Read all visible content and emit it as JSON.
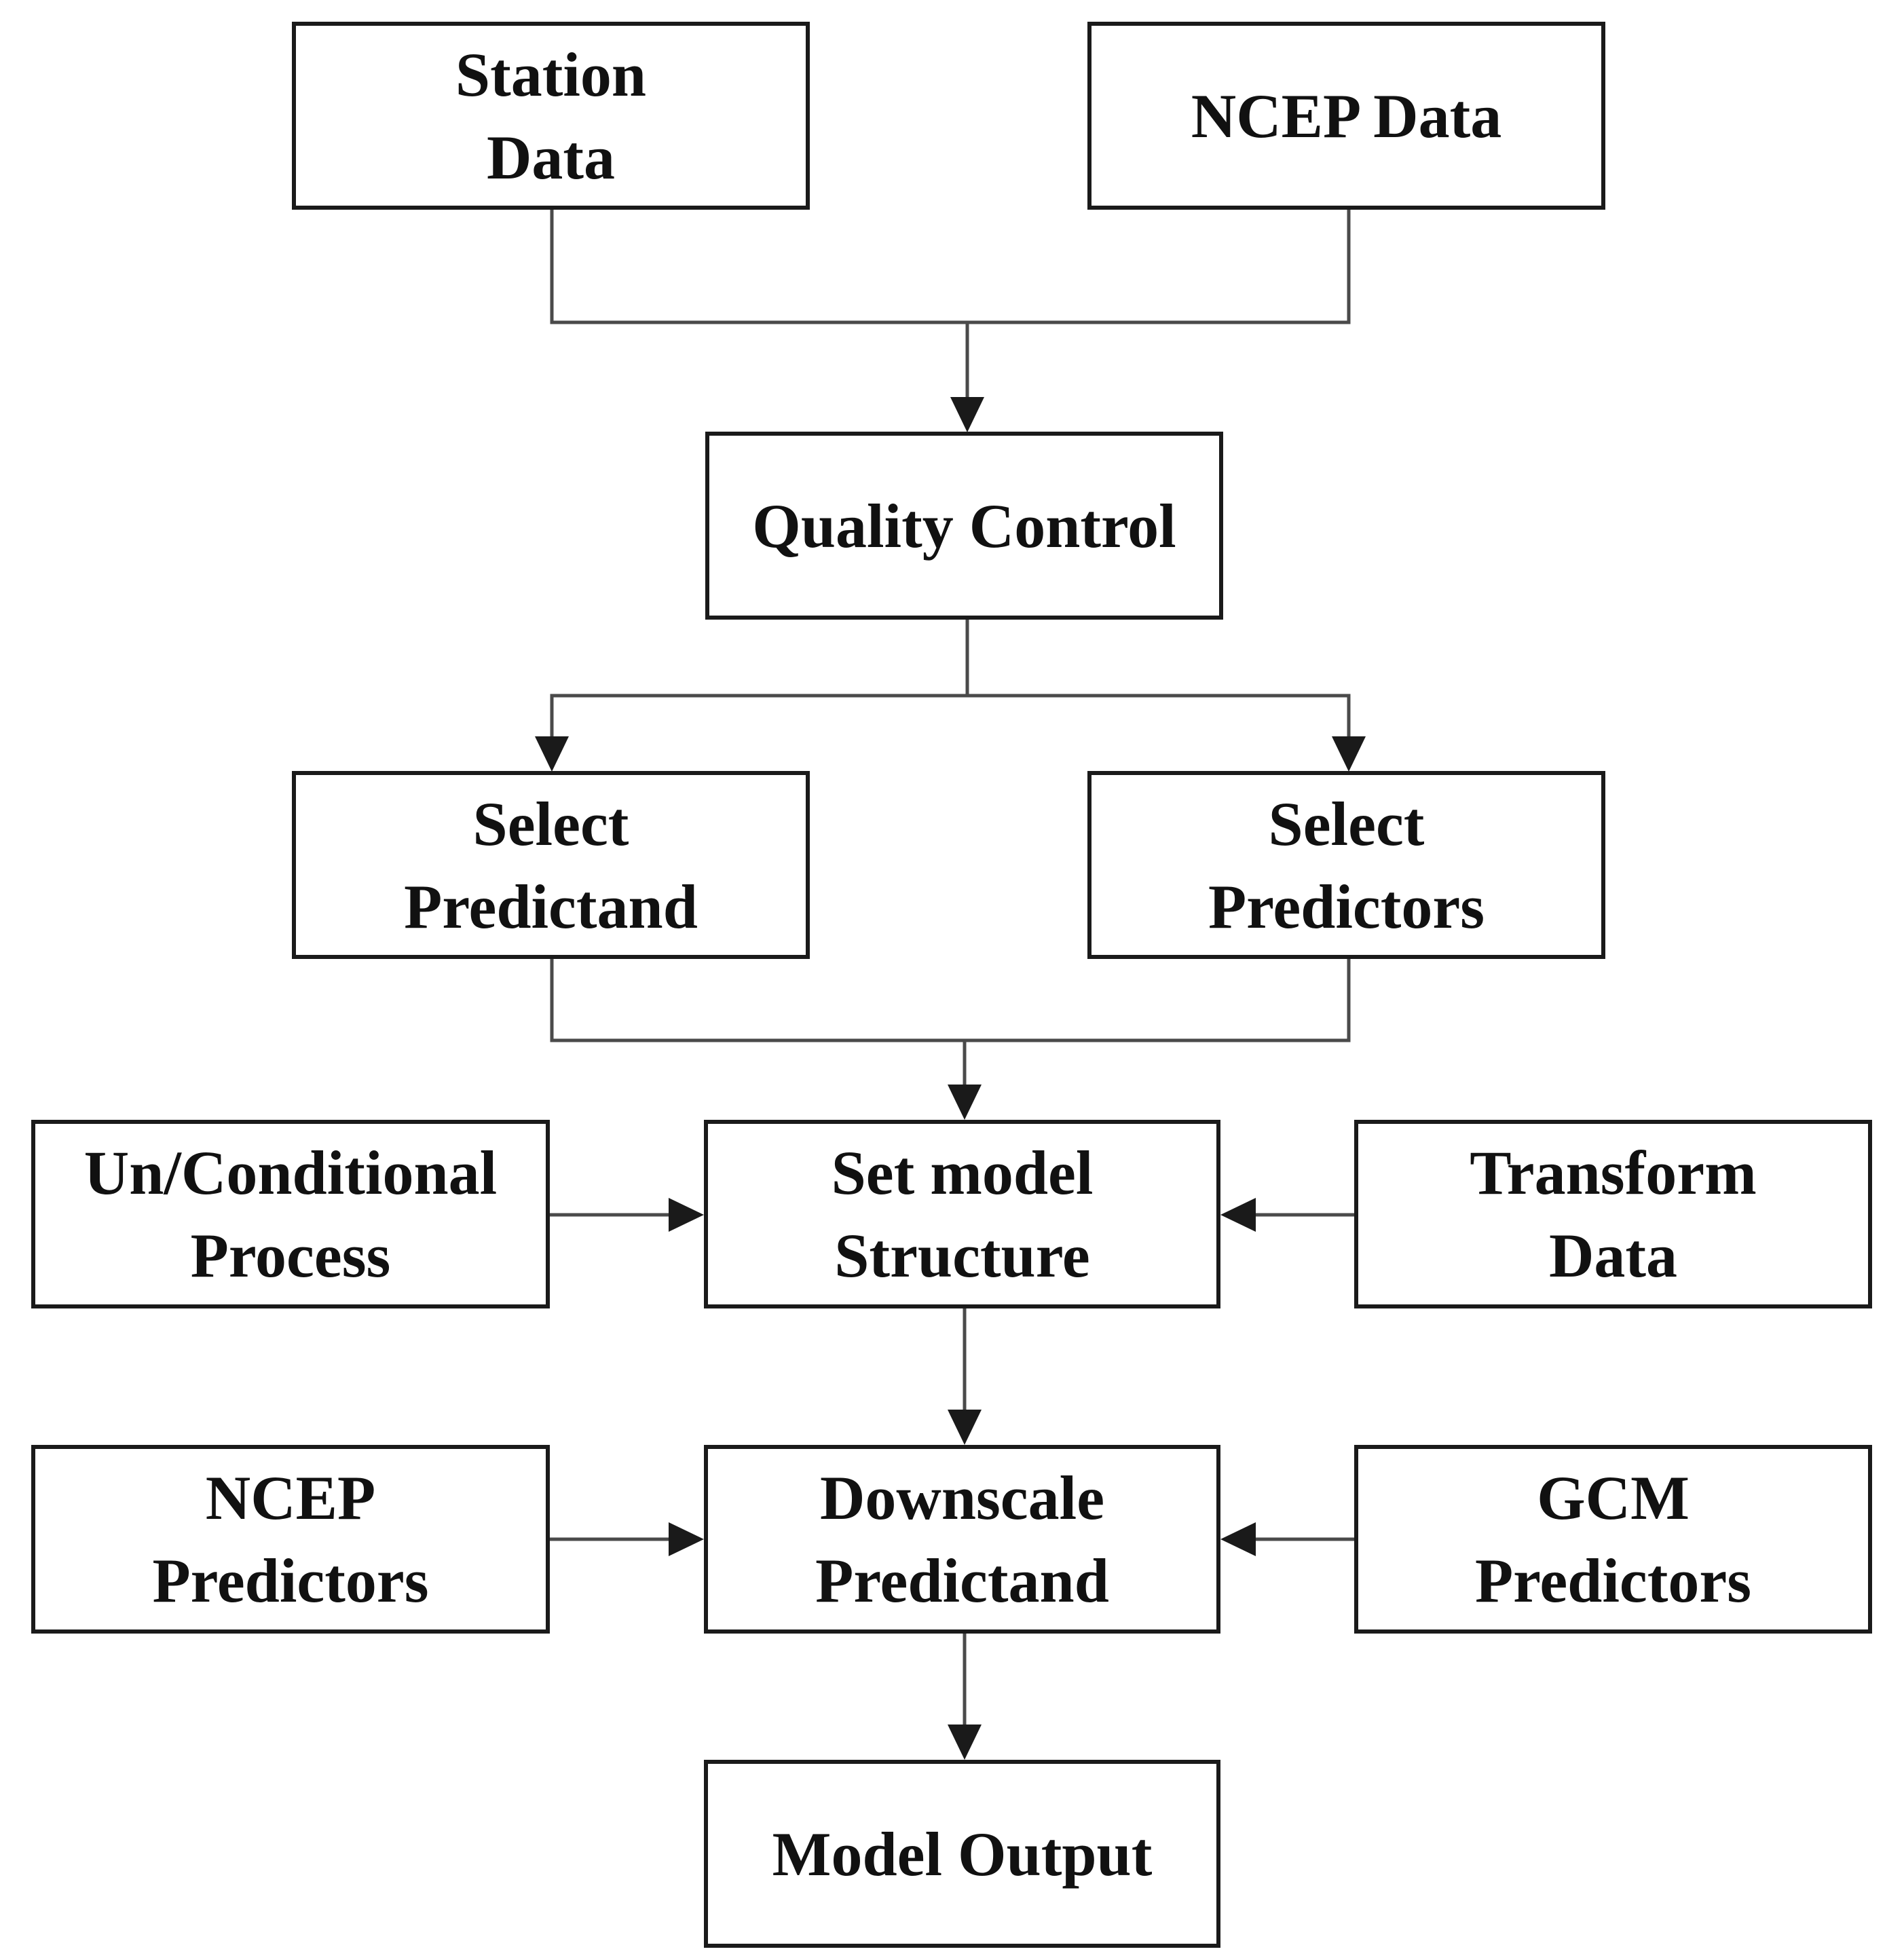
{
  "diagram": {
    "colors": {
      "line": "#4a4a4a",
      "border": "#1a1a1a",
      "text": "#111111",
      "background": "#ffffff"
    },
    "nodes": {
      "station_data": "Station\nData",
      "ncep_data": "NCEP Data",
      "quality_control": "Quality Control",
      "select_predictand": "Select\nPredictand",
      "select_predictors": "Select\nPredictors",
      "unconditional_process": "Un/Conditional\nProcess",
      "set_model_structure": "Set model\nStructure",
      "transform_data": "Transform\nData",
      "ncep_predictors": "NCEP\nPredictors",
      "downscale_predictand": "Downscale\nPredictand",
      "gcm_predictors": "GCM\nPredictors",
      "model_output": "Model Output"
    },
    "edges": [
      {
        "from": "station_data",
        "to": "quality_control"
      },
      {
        "from": "ncep_data",
        "to": "quality_control"
      },
      {
        "from": "quality_control",
        "to": "select_predictand"
      },
      {
        "from": "quality_control",
        "to": "select_predictors"
      },
      {
        "from": "select_predictand",
        "to": "set_model_structure"
      },
      {
        "from": "select_predictors",
        "to": "set_model_structure"
      },
      {
        "from": "unconditional_process",
        "to": "set_model_structure"
      },
      {
        "from": "transform_data",
        "to": "set_model_structure"
      },
      {
        "from": "set_model_structure",
        "to": "downscale_predictand"
      },
      {
        "from": "ncep_predictors",
        "to": "downscale_predictand"
      },
      {
        "from": "gcm_predictors",
        "to": "downscale_predictand"
      },
      {
        "from": "downscale_predictand",
        "to": "model_output"
      }
    ]
  }
}
